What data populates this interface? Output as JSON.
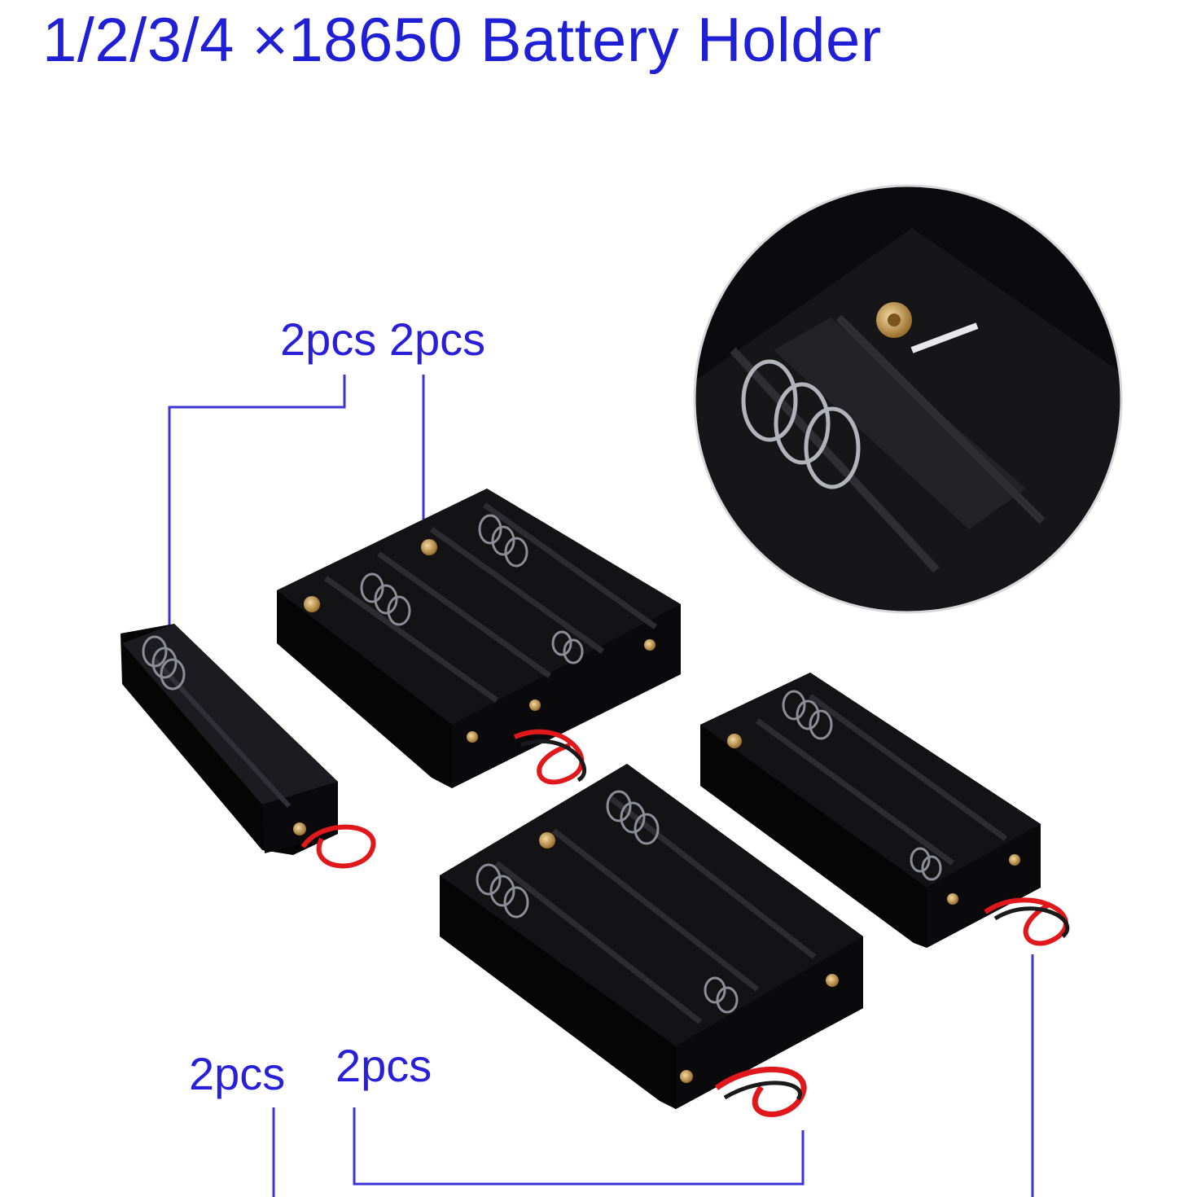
{
  "title": "1/2/3/4 ×18650 Battery Holder",
  "labels": {
    "top": "2pcs 2pcs",
    "bottom_left": "2pcs",
    "bottom_mid": "2pcs"
  },
  "colors": {
    "title": "#1f1fd6",
    "leader": "#3b35d6",
    "holder": "#0d0d0f",
    "wire_red": "#e0181c",
    "contact": "#c89a4a"
  }
}
